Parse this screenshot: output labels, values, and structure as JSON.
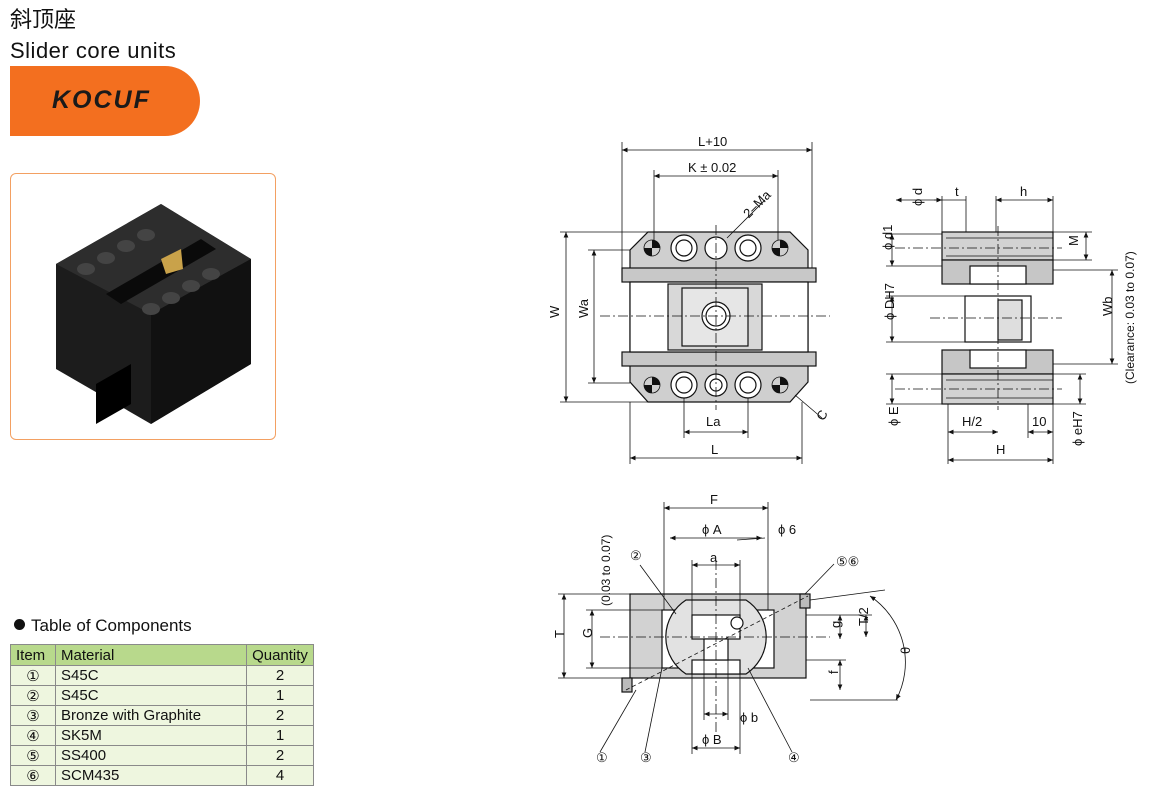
{
  "header": {
    "title_cn": "斜顶座",
    "title_en": "Slider core units",
    "brand": "KOCUF"
  },
  "components": {
    "title": "Table of Components",
    "columns": [
      "Item",
      "Material",
      "Quantity"
    ],
    "rows": [
      {
        "item": "①",
        "material": "S45C",
        "qty": "2"
      },
      {
        "item": "②",
        "material": "S45C",
        "qty": "1"
      },
      {
        "item": "③",
        "material": "Bronze with Graphite",
        "qty": "2"
      },
      {
        "item": "④",
        "material": "SK5M",
        "qty": "1"
      },
      {
        "item": "⑤",
        "material": "SS400",
        "qty": "2"
      },
      {
        "item": "⑥",
        "material": "SCM435",
        "qty": "4"
      }
    ]
  },
  "drawing": {
    "top": {
      "l10": "L+10",
      "k": "K ± 0.02",
      "ma": "2–Ma",
      "w": "W",
      "wa": "Wa",
      "la": "La",
      "l": "L",
      "c": "C"
    },
    "side": {
      "d": "ϕ d",
      "t": "t",
      "h": "h",
      "d1": "ϕ d1",
      "m": "M",
      "dh7": "ϕ DH7",
      "wb": "Wb",
      "clearance": "(Clearance: 0.03 to 0.07)",
      "e": "ϕ E",
      "h2": "H/2",
      "ten": "10",
      "eh7": "ϕ eH7",
      "hh": "H"
    },
    "front": {
      "f": "F",
      "a_dia": "ϕ A",
      "six": "ϕ 6",
      "two": "②",
      "a": "a",
      "fivesix": "⑤⑥",
      "clearance": "(0.03 to 0.07)",
      "t": "T",
      "g_big": "G",
      "g": "g",
      "t2": "T/2",
      "theta": "θ",
      "f_small": "f",
      "b": "ϕ b",
      "bb": "ϕ B",
      "one": "①",
      "three": "③",
      "four": "④"
    }
  }
}
